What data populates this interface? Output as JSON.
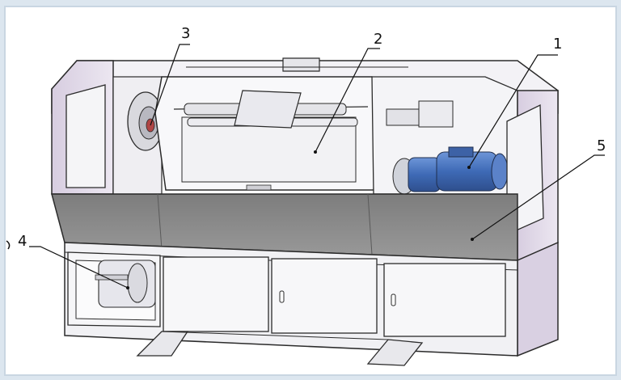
{
  "callouts": [
    {
      "id": "motor",
      "label": "1"
    },
    {
      "id": "housing-window",
      "label": "2"
    },
    {
      "id": "wheel",
      "label": "3"
    },
    {
      "id": "lower-drum",
      "label": "4"
    },
    {
      "id": "front-panel",
      "label": "5"
    }
  ],
  "colors": {
    "background": "#dde7f0",
    "cabinet_panel": "#e9e9ee",
    "side_panel": "#d8cfe0",
    "front_band": "#8c8c8c",
    "motor_blue": "#4a78c4",
    "outline": "#2b2b2b"
  }
}
